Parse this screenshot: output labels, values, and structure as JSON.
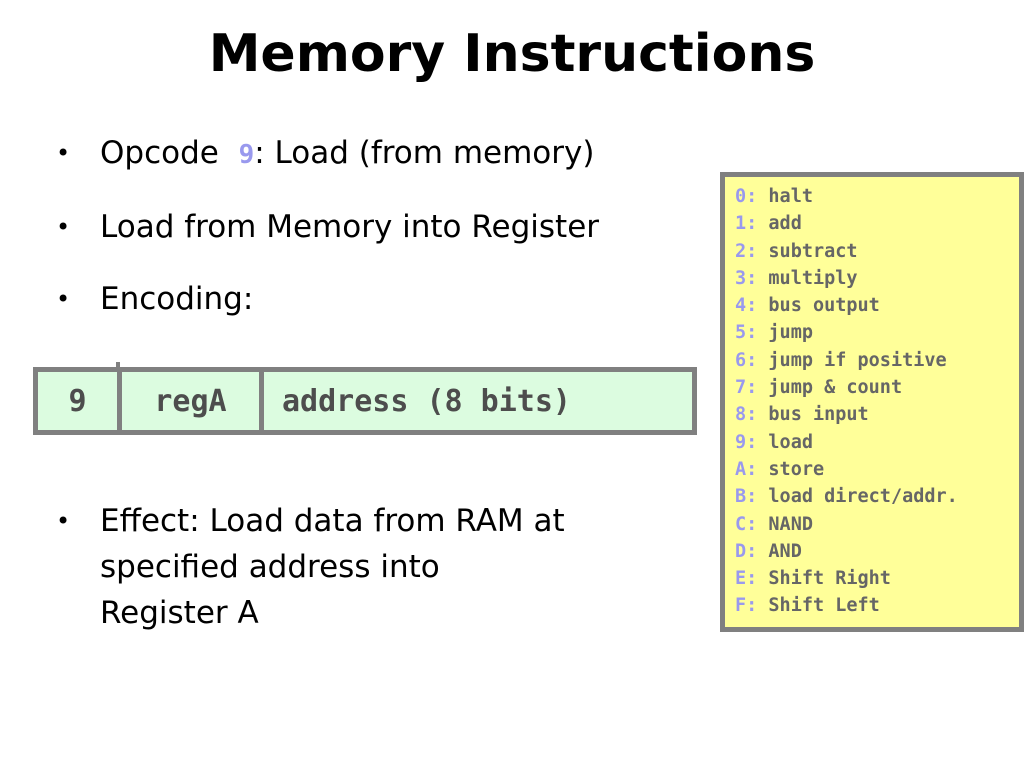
{
  "title": "Memory Instructions",
  "bullets": {
    "opcode_prefix": "Opcode",
    "opcode_number": "9",
    "opcode_suffix": ": Load (from memory)",
    "load": "Load from Memory into Register",
    "encoding": "Encoding:",
    "effect_line1": "Effect: Load data from RAM at",
    "effect_line2": "specified address into",
    "effect_line3": "Register A"
  },
  "encoding": {
    "opcode": "9",
    "register": "regA",
    "address": "address (8 bits)"
  },
  "opcode_table": [
    {
      "code": "0:",
      "name": "halt"
    },
    {
      "code": "1:",
      "name": "add"
    },
    {
      "code": "2:",
      "name": "subtract"
    },
    {
      "code": "3:",
      "name": "multiply"
    },
    {
      "code": "4:",
      "name": "bus output"
    },
    {
      "code": "5:",
      "name": "jump"
    },
    {
      "code": "6:",
      "name": "jump if positive"
    },
    {
      "code": "7:",
      "name": "jump & count"
    },
    {
      "code": "8:",
      "name": "bus input"
    },
    {
      "code": "9:",
      "name": "load"
    },
    {
      "code": "A:",
      "name": "store"
    },
    {
      "code": "B:",
      "name": "load direct/addr."
    },
    {
      "code": "C:",
      "name": "NAND"
    },
    {
      "code": "D:",
      "name": "AND"
    },
    {
      "code": "E:",
      "name": "Shift Right"
    },
    {
      "code": "F:",
      "name": "Shift Left"
    }
  ],
  "colors": {
    "table_background": "#ffff99",
    "encoding_background": "#dcfce0",
    "border": "#808080",
    "opcode_accent": "#9999ee"
  }
}
